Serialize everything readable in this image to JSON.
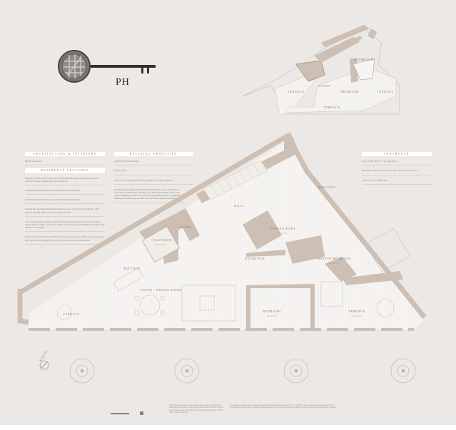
{
  "key_title": "PH",
  "architecture": {
    "header": "Architecture & Interiors",
    "items": [
      "BKSK Architects"
    ]
  },
  "residence": {
    "header": "Residence Features",
    "items": [
      "Elegantly detailed Gil Cameo stone kitchens and island with Calacatta Gold polished marble countertops and backsplash",
      "Seamlessly integrated kitchen with Gaggenau appliances",
      "Sustainably harvested European Oak flooring throughout",
      "Powder Room richly finished in custom colored Calacatta Arno Marble with custom floating vanity and Waterworks fixtures",
      "Guest bath finished in Bianco Marble flooring, Manhattan Series Grey Artistic Tile in linear format, and custom white oak vanity topped with Bianco marble and Waterworks fixtures",
      "Expertly developed Master Bathroom with generous tub, double vanity and glass enclosed shower elegantly finished in Calacatta Crema Marble slab"
    ]
  },
  "amenities": {
    "header": "Building Amenities",
    "items": [
      "24 Hour Virtual Doorman",
      "Storage Unit",
      "Full-service concierge services provided by Luxury Attache",
      "Striking lobby, softened by richly detailed Glass doors, mirrored in fabricated custom bronze fixtures, and hand-laid marble floors with custom lighting, historic tile restored and polished stone, set against a Manhattan Series Grey Artistic Tile and Pietra Cardosa accents"
    ]
  },
  "penthouse": {
    "header": "Penthouse",
    "lines": [
      "Area: 2,583 SQ. FT.  •  Storage Unit  •",
      "602 SQ.FT. 6th Floor Terraces  •  405 SQ.FT. Roof Terrace",
      "3 Bedrooms, 3 Bathrooms"
    ]
  },
  "upper_rooms": {
    "bathroom": "BATHROOM",
    "study": "STUDY",
    "bedroom": "BEDROOM",
    "terrace_w": "TERRACE",
    "terrace_e": "TERRACE",
    "terrace_s": "TERRACE"
  },
  "rooms": {
    "elevator": "ELEVATOR",
    "foyer": "FOYER",
    "hall": "HALL",
    "master_bath": "MASTER BATH",
    "balcony": "BALCONY",
    "kitchen": "KITCHEN",
    "living": "LIVING / DINING ROOM",
    "bathroom": "BATHROOM",
    "master_bedroom": "MASTER BEDROOM",
    "bedroom": "BEDROOM",
    "terrace_e": "TERRACE",
    "terrace_w": "TERRACE"
  },
  "dims": "▪▪'▪▪\" x ▪▪'▪▪\"",
  "north": "NORTH",
  "footer": {
    "left": "This plan is intended as a representation and is subject to change. All dimensions and square footages are approximate and should not be relied upon. Sponsor reserves the right to make changes in accordance with the terms of the offering plan.",
    "right": "The complete offering terms are in an offering plan available from the sponsor. File No. CD. This is not an offer where registration is not yet accomplished. Equal housing opportunity. Dimensions and layouts are approximate and subject to normal construction variances and tolerances."
  }
}
